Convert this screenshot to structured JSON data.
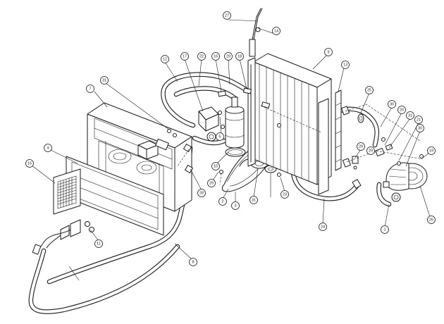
{
  "callouts": [
    "27",
    "14",
    "9",
    "13",
    "22",
    "12",
    "17",
    "16",
    "29",
    "18",
    "31",
    "7",
    "25",
    "30",
    "20",
    "31",
    "21",
    "30",
    "19",
    "29",
    "29",
    "5",
    "4",
    "15",
    "11",
    "10",
    "29",
    "28",
    "2",
    "3",
    "31",
    "23",
    "24",
    "1",
    "26",
    "8"
  ]
}
